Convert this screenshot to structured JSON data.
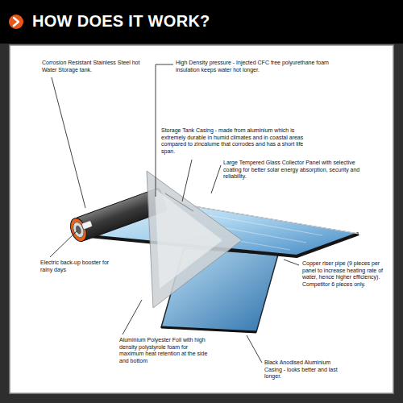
{
  "diagram": {
    "title": "HOW DOES IT WORK?",
    "labels": [
      "Corrosion Resistant Stainless Steel hot Water Storage tank.",
      "High Density pressure - Injected CFC free polyurethane foam insulation keeps water hot longer.",
      "Storage Tank Casing - made from aluminium which is extremely durable in humid climates and in coastal areas compared to zincalume that corrodes and has a short life span.",
      "Large Tempered Glass Collector Panel with selective coating for better solar energy absorption, security and reliability.",
      "Electric back-up booster for rainy days",
      "Copper riser pipe (9 pieces per panel to increase heating rate of water, hence higher efficiency). Competitor 6 pieces only.",
      "Aluminium Polyester Foil with high density polystyrole foam for maximum heat retention at the side and bottom",
      "Black Anodised Aluminium Casing - looks better and last longer."
    ]
  }
}
